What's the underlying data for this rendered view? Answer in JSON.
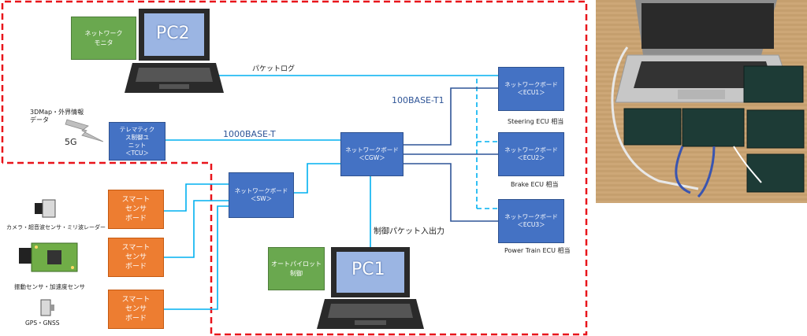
{
  "regions": {
    "top_left": "ネットワーク\nモニタ",
    "pc2": "PC2",
    "pc1": "PC1",
    "autopilot": "オートパイロット\n制御"
  },
  "links": {
    "packet_log": "パケットログ",
    "gigabit": "1000BASE-T",
    "t1": "100BASE-T1",
    "control_io": "制御パケット入出力"
  },
  "cloud": {
    "label": "3DMap・外界情報\nデータ",
    "network": "5G"
  },
  "tcu": "テレマティク\nス制御ユ\nニット\n＜TCU＞",
  "cgw": "ネットワークボード\n＜CGW＞",
  "sw": "ネットワークボード\n＜SW＞",
  "ecus": [
    {
      "box": "ネットワークボード\n＜ECU1＞",
      "caption": "Steering ECU 相当"
    },
    {
      "box": "ネットワークボード\n＜ECU2＞",
      "caption": "Brake ECU 相当"
    },
    {
      "box": "ネットワークボード\n＜ECU3＞",
      "caption": "Power Train ECU 相当"
    }
  ],
  "sensors": [
    {
      "box": "スマート\nセンサ\nボード",
      "caption": "カメラ・超音波センサ・ミリ波レーダー"
    },
    {
      "box": "スマート\nセンサ\nボード",
      "caption": "振動センサ・加速度センサ"
    },
    {
      "box": "スマート\nセンサ\nボード",
      "caption": "GPS・GNSS"
    }
  ],
  "colors": {
    "dashed_border": "#e8141b",
    "link": "#00b0f0",
    "t1_link": "#2f5597",
    "green": "#6aa84f",
    "blue": "#4472c4",
    "orange": "#ed7d31"
  }
}
